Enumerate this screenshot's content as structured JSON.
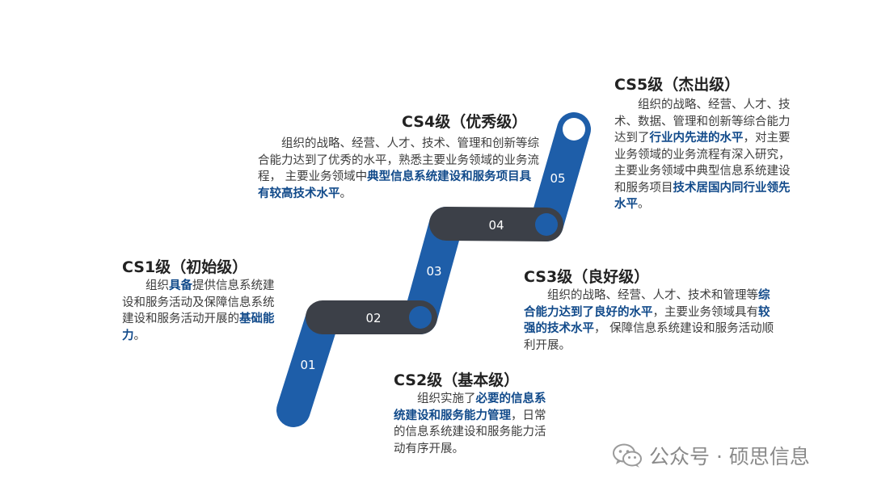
{
  "colors": {
    "blue": "#1e5ea9",
    "dark": "#3c4048",
    "highlight": "#114a8a"
  },
  "steps": [
    "01",
    "02",
    "03",
    "04",
    "05"
  ],
  "levels": {
    "cs1": {
      "title": "CS1级（初始级）",
      "desc": [
        {
          "t": "组织"
        },
        {
          "t": "具备",
          "h": true
        },
        {
          "t": "提供信息系统建设和服务活动及保障信息系统建设和服务活动开展的"
        },
        {
          "t": "基础能力",
          "h": true
        },
        {
          "t": "。"
        }
      ]
    },
    "cs2": {
      "title": "CS2级（基本级）",
      "desc": [
        {
          "t": "组织实施了"
        },
        {
          "t": "必要的信息系统建设和服务能力管理",
          "h": true
        },
        {
          "t": "，日常的信息系统建设和服务能力活动有序开展。"
        }
      ]
    },
    "cs3": {
      "title": "CS3级（良好级）",
      "desc": [
        {
          "t": "组织的战略、经营、人才、技术和管理等"
        },
        {
          "t": "综合能力达到了良好的水平",
          "h": true
        },
        {
          "t": "，主要业务领域具有"
        },
        {
          "t": "较强的技术水平",
          "h": true
        },
        {
          "t": "， 保障信息系统建设和服务活动顺利开展。"
        }
      ]
    },
    "cs4": {
      "title": "CS4级（优秀级）",
      "desc": [
        {
          "t": "组织的战略、经营、人才、技术、管理和创新等综合能力达到了优秀的水平，熟悉主要业务领域的业务流程， 主要业务领域中"
        },
        {
          "t": "典型信息系统建设和服务项目具有较高技术水平",
          "h": true
        },
        {
          "t": "。"
        }
      ]
    },
    "cs5": {
      "title": "CS5级（杰出级）",
      "desc": [
        {
          "t": "组织的战略、经营、人才、技术、数据、管理和创新等综合能力达到了"
        },
        {
          "t": "行业内先进的水平",
          "h": true
        },
        {
          "t": "，对主要业务领域的业务流程有深入研究，主要业务领域中典型信息系统建设和服务项目"
        },
        {
          "t": "技术居国内同行业领先水平",
          "h": true
        },
        {
          "t": "。"
        }
      ]
    }
  },
  "watermark": {
    "text": "公众号 · 硕思信息",
    "icon": "wechat-icon"
  }
}
